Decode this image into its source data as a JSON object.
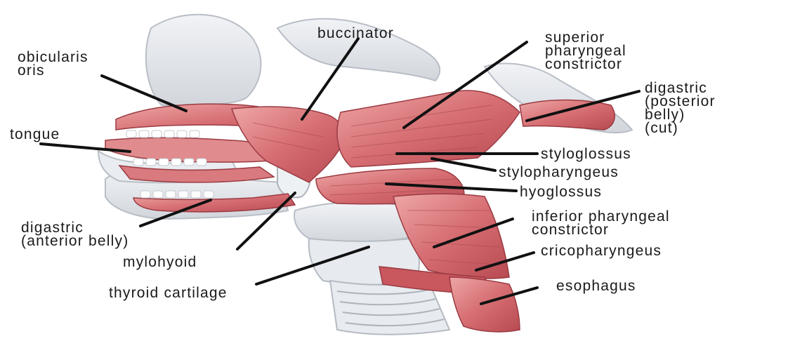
{
  "labels": {
    "obicularis_oris": "obicularis\noris",
    "buccinator": "buccinator",
    "superior_pharyngeal_constrictor": "superior\npharyngeal\nconstrictor",
    "digastric_posterior": "digastric\n(posterior\nbelly)\n(cut)",
    "tongue": "tongue",
    "styloglossus": "styloglossus",
    "stylopharyngeus": "stylopharyngeus",
    "hyoglossus": "hyoglossus",
    "digastric_anterior": "digastric\n(anterior belly)",
    "inferior_pharyngeal_constrictor": "inferior pharyngeal\nconstrictor",
    "mylohyoid": "mylohyoid",
    "cricopharyngeus": "cricopharyngeus",
    "thyroid_cartilage": "thyroid cartilage",
    "esophagus": "esophagus"
  },
  "colors": {
    "bone": "#e6e9ee",
    "bone_shadow": "#c7ccd3",
    "muscle": "#d9767a",
    "muscle_dark": "#b8474f",
    "muscle_light": "#f0b3b2",
    "leader": "#111111"
  }
}
